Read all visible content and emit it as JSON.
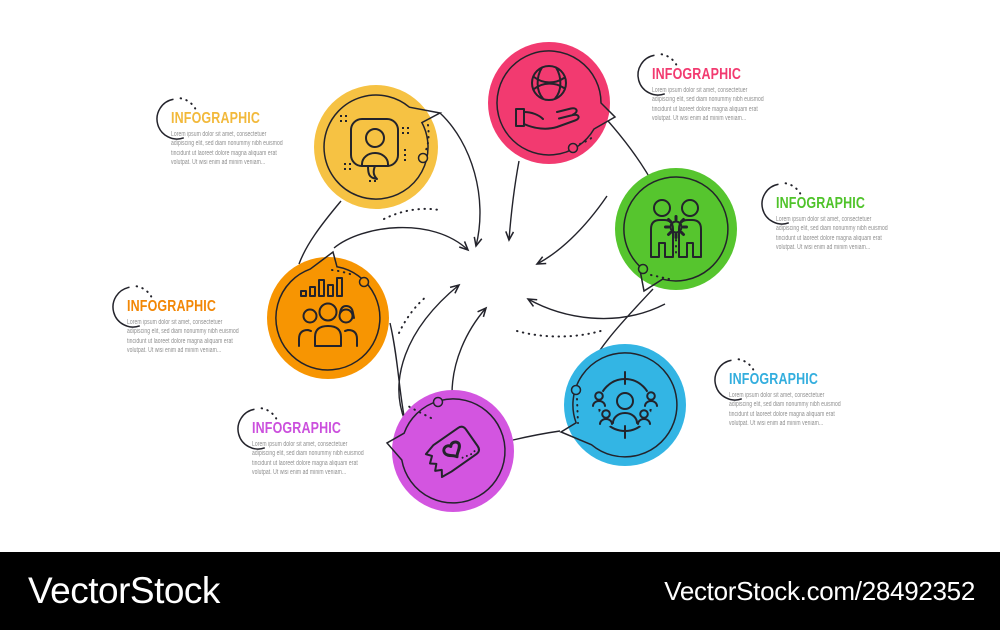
{
  "brand": {
    "logo": "VectorStock",
    "url_label": "VectorStock.com/28492352",
    "bar_bg": "#000000",
    "text_color": "#ffffff"
  },
  "lorem": [
    "Lorem ipsum dolor sit amet, consectetuer",
    "adipiscing elit, sed diam nonummy nibh euismod",
    "tincidunt ut laoreet dolore magna aliquam erat",
    "volutpat. Ut wisi enim ad minim veniam..."
  ],
  "blocks": [
    {
      "title": "INFOGRAPHIC",
      "color": "#f2b93b",
      "title_style": "color:#f2b93b"
    },
    {
      "title": "INFOGRAPHIC",
      "color": "#f23a70",
      "title_style": "color:#f23a70"
    },
    {
      "title": "INFOGRAPHIC",
      "color": "#4fc32a",
      "title_style": "color:#4fc32a"
    },
    {
      "title": "INFOGRAPHIC",
      "color": "#f28705",
      "title_style": "color:#f28705"
    },
    {
      "title": "INFOGRAPHIC",
      "color": "#cb4fdd",
      "title_style": "color:#cb4fdd"
    },
    {
      "title": "INFOGRAPHIC",
      "color": "#33aede",
      "title_style": "color:#33aede"
    }
  ],
  "circles": [
    {
      "name": "avatar-chat",
      "color": "#f6c243"
    },
    {
      "name": "globe-on-hand",
      "color": "#f23a70"
    },
    {
      "name": "employees-gear",
      "color": "#56c52e"
    },
    {
      "name": "teamwork-results",
      "color": "#f79502"
    },
    {
      "name": "loyalty-ticket",
      "color": "#d355e0"
    },
    {
      "name": "business-targeting",
      "color": "#33b5e4"
    }
  ],
  "line_color": "#23232b"
}
